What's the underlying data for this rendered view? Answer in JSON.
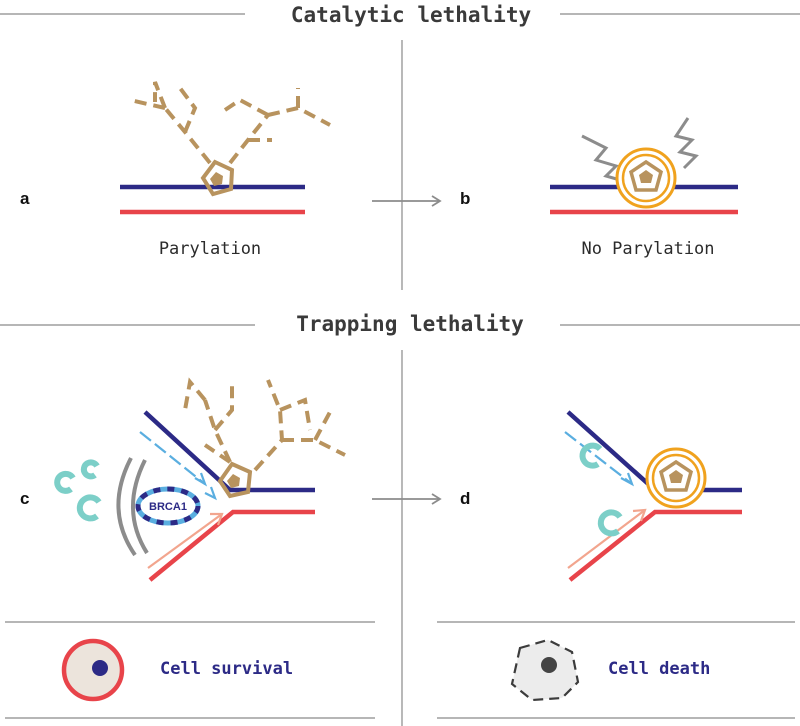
{
  "titles": {
    "top": "Catalytic lethality",
    "bottom": "Trapping lethality"
  },
  "panels": {
    "a": {
      "letter": "a",
      "caption": "Parylation"
    },
    "b": {
      "letter": "b",
      "caption": "No Parylation"
    },
    "c": {
      "letter": "c",
      "protein": "BRCA1"
    },
    "d": {
      "letter": "d"
    }
  },
  "outcomes": {
    "survival": "Cell survival",
    "death": "Cell death"
  },
  "colors": {
    "dna_top": "#2c2a86",
    "dna_bottom": "#e8444a",
    "parp": "#b8935e",
    "inhibitor": "#f0a21e",
    "enzyme": "#7ccfc8",
    "gray": "#8c8c8c"
  }
}
